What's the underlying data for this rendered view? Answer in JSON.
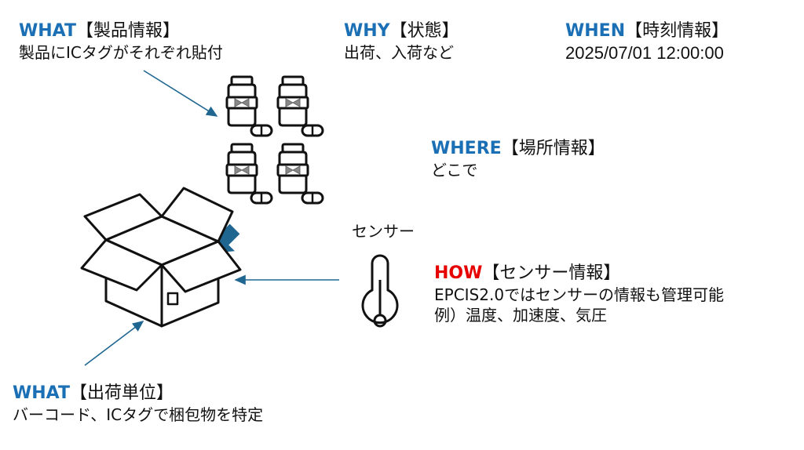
{
  "what_product": {
    "key": "WHAT",
    "tag": "【製品情報】",
    "text": "製品にICタグがそれぞれ貼付"
  },
  "why": {
    "key": "WHY",
    "tag": "【状態】",
    "text": "出荷、入荷など"
  },
  "when": {
    "key": "WHEN",
    "tag": "【時刻情報】",
    "text": "2025/07/01 12:00:00"
  },
  "where": {
    "key": "WHERE",
    "tag": "【場所情報】",
    "text": "どこで"
  },
  "sensor": {
    "label": "センサー"
  },
  "how": {
    "key": "HOW",
    "tag": "【センサー情報】",
    "line1": "EPCIS2.0ではセンサーの情報も管理可能",
    "line2": "例）温度、加速度、気圧"
  },
  "what_unit": {
    "key": "WHAT",
    "tag": "【出荷単位】",
    "text": "バーコード、ICタグで梱包物を特定"
  },
  "colors": {
    "accent_blue": "#1a6fb5",
    "accent_red": "#e60000",
    "arrow_fill": "#1f6690"
  },
  "icons": [
    "medicine-bottle-icon",
    "cardboard-box-icon",
    "thermometer-icon"
  ]
}
